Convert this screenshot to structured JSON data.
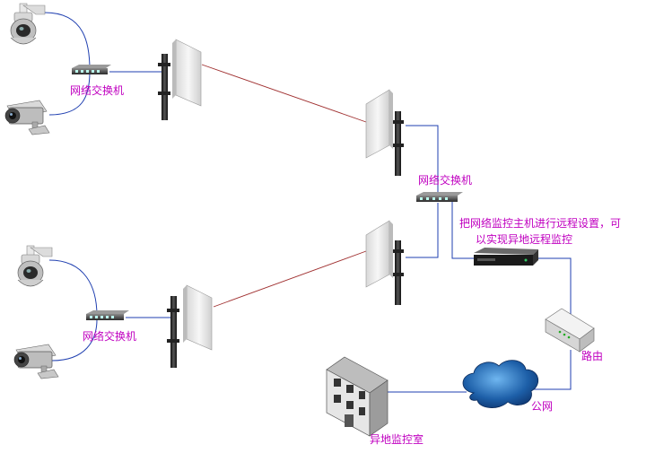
{
  "labels": {
    "switch_top_left": "网络交换机",
    "switch_center": "网络交换机",
    "switch_bottom_left": "网络交换机",
    "note_line1": "把网络监控主机进行远程设置，可",
    "note_line2": "以实现异地远程监控",
    "router": "路由",
    "internet": "公网",
    "remote_room": "异地监控室"
  },
  "colors": {
    "label": "#c000c0",
    "cable": "#1f3fb0",
    "wireless_link": "#a03030",
    "cloud": "#1d5fa8"
  },
  "icons": {
    "camera_dome": "ptz-dome-camera-icon",
    "camera_box": "box-camera-icon",
    "switch": "network-switch-icon",
    "antenna": "panel-antenna-icon",
    "host": "nvr-host-icon",
    "router": "router-icon",
    "cloud": "internet-cloud-icon",
    "building": "building-icon"
  }
}
